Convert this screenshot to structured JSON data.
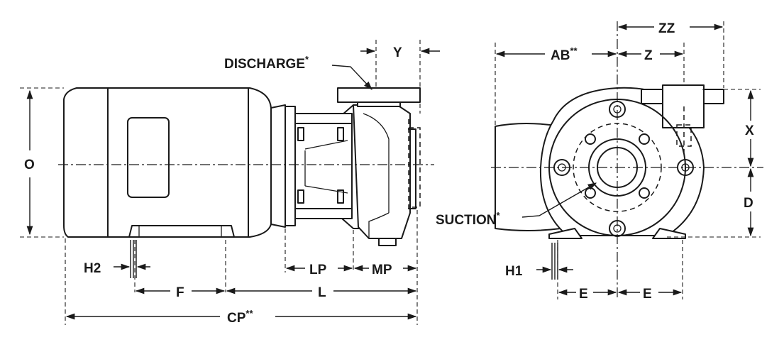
{
  "labels": {
    "discharge": "DISCHARGE",
    "discharge_mark": "*",
    "suction": "SUCTION",
    "suction_mark": "*",
    "y": "Y",
    "o": "O",
    "h2": "H2",
    "f": "F",
    "l": "L",
    "lp": "LP",
    "mp": "MP",
    "cp": "CP",
    "cp_mark": "**",
    "ab": "AB",
    "ab_mark": "**",
    "z": "Z",
    "zz": "ZZ",
    "x": "X",
    "d": "D",
    "h1": "H1",
    "e_left": "E",
    "e_right": "E"
  }
}
